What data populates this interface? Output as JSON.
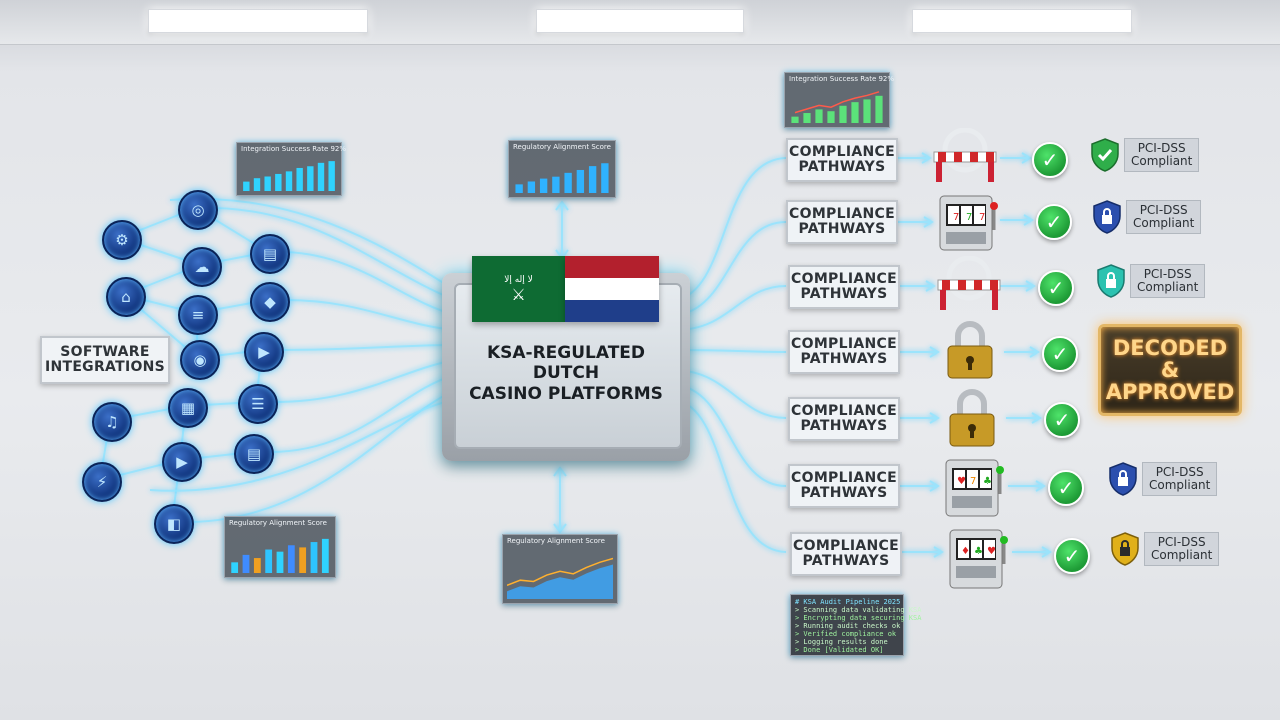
{
  "software_label": "SOFTWARE\nINTEGRATIONS",
  "hub": {
    "title_line1": "KSA-REGULATED",
    "title_line2": "DUTCH",
    "title_line3": "CASINO PLATFORMS"
  },
  "flags": {
    "ksa_emblem": "⚔",
    "nl_colors": [
      "#b3202d",
      "#ffffff",
      "#1f3e8a"
    ],
    "ksa_color": "#0e6b33"
  },
  "panels": {
    "top_left": {
      "title": "Integration Success Rate 92%",
      "values": [
        22,
        30,
        34,
        40,
        46,
        54,
        58,
        66,
        70
      ]
    },
    "top_center": {
      "title": "Regulatory Alignment Score",
      "values": [
        18,
        24,
        30,
        34,
        42,
        48,
        56,
        62
      ]
    },
    "top_right": {
      "title": "Integration Success Rate 92%",
      "values": [
        14,
        22,
        30,
        26,
        38,
        46,
        52,
        60
      ]
    },
    "bottom_left": {
      "title": "Regulatory Alignment Score",
      "values": [
        20,
        34,
        28,
        44,
        40,
        52,
        48,
        58,
        64
      ]
    },
    "bottom_center": {
      "title": "Regulatory Alignment Score",
      "values": [
        12,
        20,
        18,
        28,
        34,
        30,
        40,
        48,
        54
      ]
    },
    "code": {
      "lines": [
        "# KSA Audit Pipeline 2025",
        "  > Scanning data validating KSA",
        "  > Encrypting data securing KSA",
        "  > Running audit checks ok",
        "  > Verified compliance ok",
        "  > Logging results done",
        "  > Done  [Validated OK]"
      ]
    }
  },
  "pathways": [
    {
      "label": "COMPLIANCE\nPATHWAYS",
      "device": "barrier",
      "badge": "PCI-DSS\nCompliant",
      "shield_color": "#2fae4a"
    },
    {
      "label": "COMPLIANCE\nPATHWAYS",
      "device": "slot",
      "badge": "PCI-DSS\nCompliant",
      "shield_color": "#2c4fae"
    },
    {
      "label": "COMPLIANCE\nPATHWAYS",
      "device": "barrier",
      "badge": "PCI-DSS\nCompliant",
      "shield_color": "#2bc2b0"
    },
    {
      "label": "COMPLIANCE\nPATHWAYS",
      "device": "lock",
      "badge": "",
      "shield_color": ""
    },
    {
      "label": "COMPLIANCE\nPATHWAYS",
      "device": "lock",
      "badge": "",
      "shield_color": ""
    },
    {
      "label": "COMPLIANCE\nPATHWAYS",
      "device": "slot",
      "badge": "PCI-DSS\nCompliant",
      "shield_color": "#2c4fae"
    },
    {
      "label": "COMPLIANCE\nPATHWAYS",
      "device": "slot",
      "badge": "PCI-DSS\nCompliant",
      "shield_color": "#e0b01a"
    }
  ],
  "decoded": "DECODED\n&\nAPPROVED",
  "checkmark": "✓",
  "accent_color": "#8fe3ff"
}
